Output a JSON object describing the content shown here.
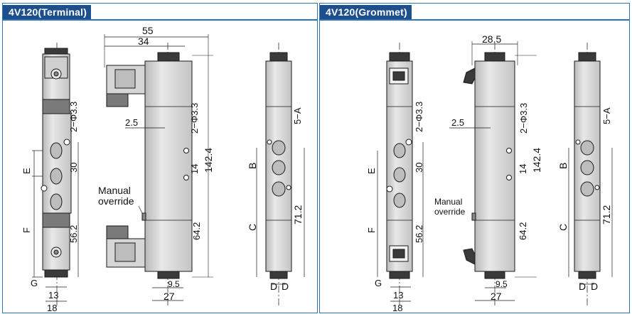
{
  "colors": {
    "accent": "#2e73b8",
    "title_bg": "#1d4f8c",
    "body": "#d9d9d9",
    "body_dark": "#9a9a9a",
    "line": "#1a1a1a"
  },
  "panels": [
    {
      "title": "4V120(Terminal)",
      "side_view": {
        "letter_e": "E",
        "letter_f": "F",
        "letter_g": "G",
        "dim_30": "30",
        "dim_56_2": "56.2",
        "dim_13": "13",
        "dim_18": "18",
        "dim_2_phi": "2−Φ3.3"
      },
      "front_view": {
        "dim_55": "55",
        "dim_34": "34",
        "dim_2_5": "2.5",
        "dim_2_phi": "2−Φ3.3",
        "dim_14": "14",
        "dim_142_4": "142.4",
        "dim_64_2": "64.2",
        "dim_9_5": "9.5",
        "dim_27": "27",
        "manual_override_line1": "Manual",
        "manual_override_line2": "override"
      },
      "end_view": {
        "letter_b": "B",
        "letter_c": "C",
        "letter_d1": "D",
        "letter_d2": "D",
        "dim_5a": "5−A",
        "dim_71_2": "71.2"
      }
    },
    {
      "title": "4V120(Grommet)",
      "side_view": {
        "letter_e": "E",
        "letter_f": "F",
        "letter_g": "G",
        "dim_30": "30",
        "dim_56_2": "56.2",
        "dim_13": "13",
        "dim_18": "18",
        "dim_2_phi": "2−Φ3.3"
      },
      "front_view": {
        "dim_28_5": "28.5",
        "dim_2_5": "2.5",
        "dim_2_phi": "2−Φ3.3",
        "dim_14": "14",
        "dim_142_4": "142.4",
        "dim_64_2": "64.2",
        "dim_9_5": "9.5",
        "dim_27": "27",
        "manual_override_line1": "Manual",
        "manual_override_line2": "override"
      },
      "end_view": {
        "letter_b": "B",
        "letter_c": "C",
        "letter_d1": "D",
        "letter_d2": "D",
        "dim_5a": "5−A",
        "dim_71_2": "71.2"
      }
    }
  ]
}
